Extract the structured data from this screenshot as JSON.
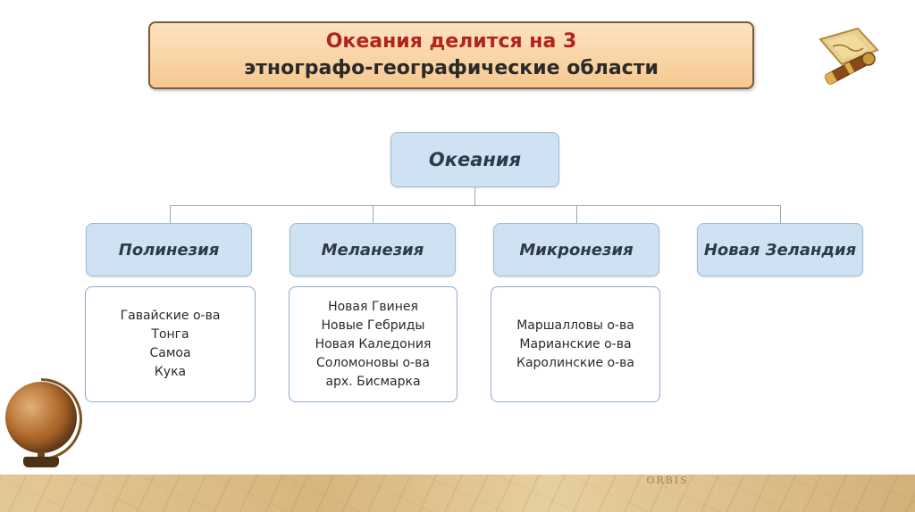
{
  "title": {
    "line1": "Океания делится на 3",
    "line2": "этнографо-географические области"
  },
  "diagram": {
    "root": "Океания",
    "categories": [
      {
        "label": "Полинезия",
        "items": [
          "Гавайские о-ва",
          "Тонга",
          "Самоа",
          "Кука"
        ]
      },
      {
        "label": "Меланезия",
        "items": [
          "Новая Гвинея",
          "Новые Гебриды",
          "Новая Каледония",
          "Соломоновы о-ва",
          "арх. Бисмарка"
        ]
      },
      {
        "label": "Микронезия",
        "items": [
          "Маршалловы о-ва",
          "Марианские о-ва",
          "Каролинские о-ва"
        ]
      },
      {
        "label": "Новая Зеландия",
        "items": []
      }
    ]
  },
  "decor": {
    "map_text": "ORBIS",
    "icons": [
      "globe-icon",
      "map-scroll-icon"
    ]
  }
}
